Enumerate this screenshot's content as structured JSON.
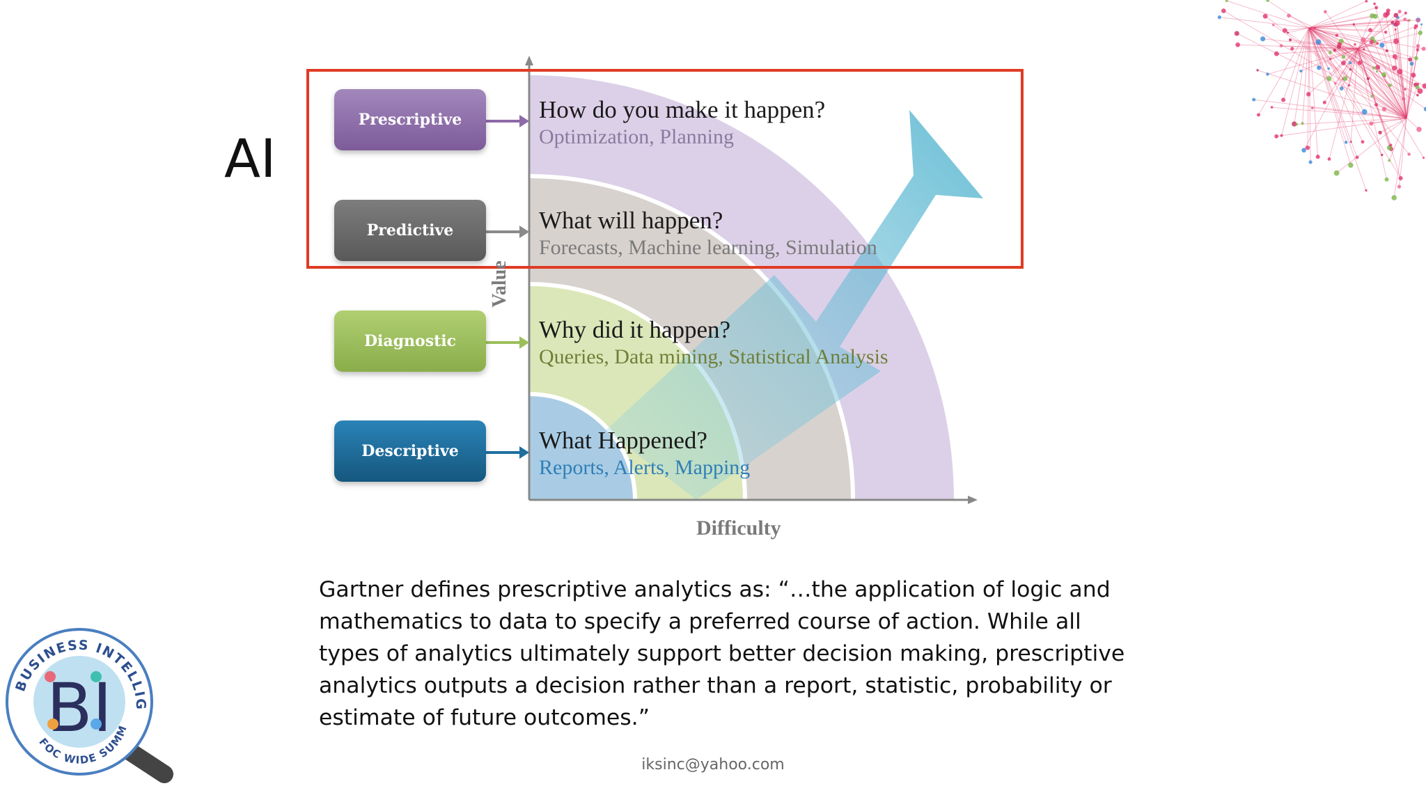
{
  "slide": {
    "side_label": "AI",
    "quote": "Gartner defines prescriptive analytics as: “…the application of logic and mathematics to data to specify a preferred course of action. While all types of analytics ultimately support better decision making, prescriptive analytics outputs a decision rather than a report, statistic, probability or estimate of future outcomes.”",
    "footer_email": "iksinc@yahoo.com"
  },
  "diagram": {
    "y_axis_label": "Value",
    "x_axis_label": "Difficulty",
    "levels": [
      {
        "category": "Prescriptive",
        "question": "How do you make it happen?",
        "methods": "Optimization, Planning",
        "color": "#8e6aa8",
        "methods_color": "#8a7aa0",
        "arc_color": "#dcd0e8"
      },
      {
        "category": "Predictive",
        "question": "What will happen?",
        "methods": "Forecasts, Machine learning,  Simulation",
        "color": "#6d6d6d",
        "methods_color": "#7a7a7a",
        "arc_color": "#d8d2cf"
      },
      {
        "category": "Diagnostic",
        "question": "Why did it happen?",
        "methods": "Queries, Data mining,  Statistical Analysis",
        "color": "#9cbf5a",
        "methods_color": "#6f7f38",
        "arc_color": "#dbe7b8"
      },
      {
        "category": "Descriptive",
        "question": "What Happened?",
        "methods": "Reports, Alerts, Mapping",
        "color": "#1f6f9f",
        "methods_color": "#2f7fb8",
        "arc_color": "#a9cce4"
      }
    ],
    "highlight_color": "#e03b24",
    "arrow_color": "#5ab9d2"
  },
  "logo": {
    "arc_text": "BUSINESS INTELLIGENCE",
    "letters": "BI",
    "bottom_text": "FOC WIDE SUMMIT"
  },
  "icons": [
    "network-graph-icon",
    "magnifier-logo-icon"
  ]
}
